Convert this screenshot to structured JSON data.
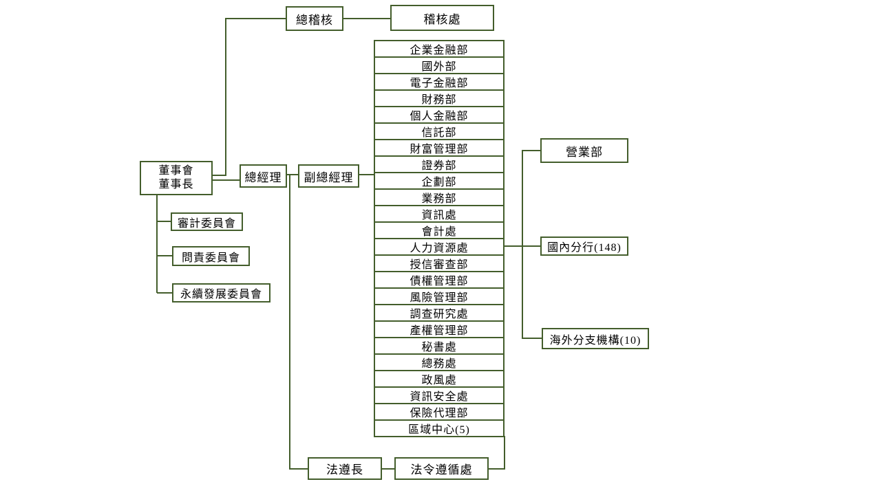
{
  "colors": {
    "line": "#435d2b",
    "text": "#000000",
    "bg": "#ffffff"
  },
  "board": {
    "line1": "董事會",
    "line2": "董事長"
  },
  "chief_auditor": "總稽核",
  "audit_office": "稽核處",
  "president": "總經理",
  "deputy_president": "副總經理",
  "committees": [
    "審計委員會",
    "問責委員會",
    "永續發展委員會"
  ],
  "departments": [
    "企業金融部",
    "國外部",
    "電子金融部",
    "財務部",
    "個人金融部",
    "信託部",
    "財富管理部",
    "證券部",
    "企劃部",
    "業務部",
    "資訊處",
    "會計處",
    "人力資源處",
    "授信審查部",
    "債權管理部",
    "風險管理部",
    "調查研究處",
    "產權管理部",
    "秘書處",
    "總務處",
    "政風處",
    "資訊安全處",
    "保險代理部",
    "區域中心(5)"
  ],
  "branches": [
    "營業部",
    "國內分行(148)",
    "海外分支機構(10)"
  ],
  "compliance_chief": "法遵長",
  "compliance_office": "法令遵循處"
}
